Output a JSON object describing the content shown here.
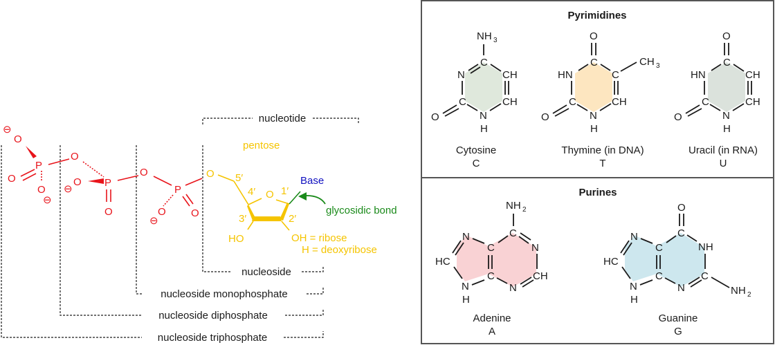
{
  "nucleotide_diagram": {
    "brackets": {
      "nucleotide": "nucleotide",
      "nucleoside": "nucleoside",
      "nucleoside_monophosphate": "nucleoside monophosphate",
      "nucleoside_diphosphate": "nucleoside diphosphate",
      "nucleoside_triphosphate": "nucleoside triphosphate"
    },
    "pentose_label": "pentose",
    "base_label": "Base",
    "glycosidic_label": "glycosidic bond",
    "ribose_note": "OH = ribose",
    "deoxyribose_note": "H = deoxyribose",
    "carbon_labels": [
      "5′",
      "4′",
      "1′",
      "3′",
      "2′"
    ],
    "ring_oxygen": "O",
    "ho_label": "HO",
    "phosphate_atoms": {
      "P": "P",
      "O": "O",
      "minus": "⊖"
    },
    "colors": {
      "phosphate": "#e8141b",
      "pentose": "#f5c400",
      "base": "#1010c0",
      "glycosidic": "#1a8a1a"
    }
  },
  "pyrimidines": {
    "title": "Pyrimidines",
    "bases": [
      {
        "name": "Cytosine",
        "letter": "C",
        "ring_color": "#dfe8dc"
      },
      {
        "name": "Thymine (in DNA)",
        "letter": "T",
        "ring_color": "#fde6c0"
      },
      {
        "name": "Uracil (in RNA)",
        "letter": "U",
        "ring_color": "#dbe2dc"
      }
    ]
  },
  "purines": {
    "title": "Purines",
    "bases": [
      {
        "name": "Adenine",
        "letter": "A",
        "ring_color": "#f9d2d4"
      },
      {
        "name": "Guanine",
        "letter": "G",
        "ring_color": "#cde7ee"
      }
    ]
  },
  "atoms": {
    "C": "C",
    "N": "N",
    "H": "H",
    "O": "O",
    "CH": "CH",
    "HN": "HN",
    "NH": "NH",
    "HC": "HC",
    "NH3": "NH",
    "sub3": "3",
    "NH2": "NH",
    "sub2": "2",
    "CH3": "CH"
  }
}
